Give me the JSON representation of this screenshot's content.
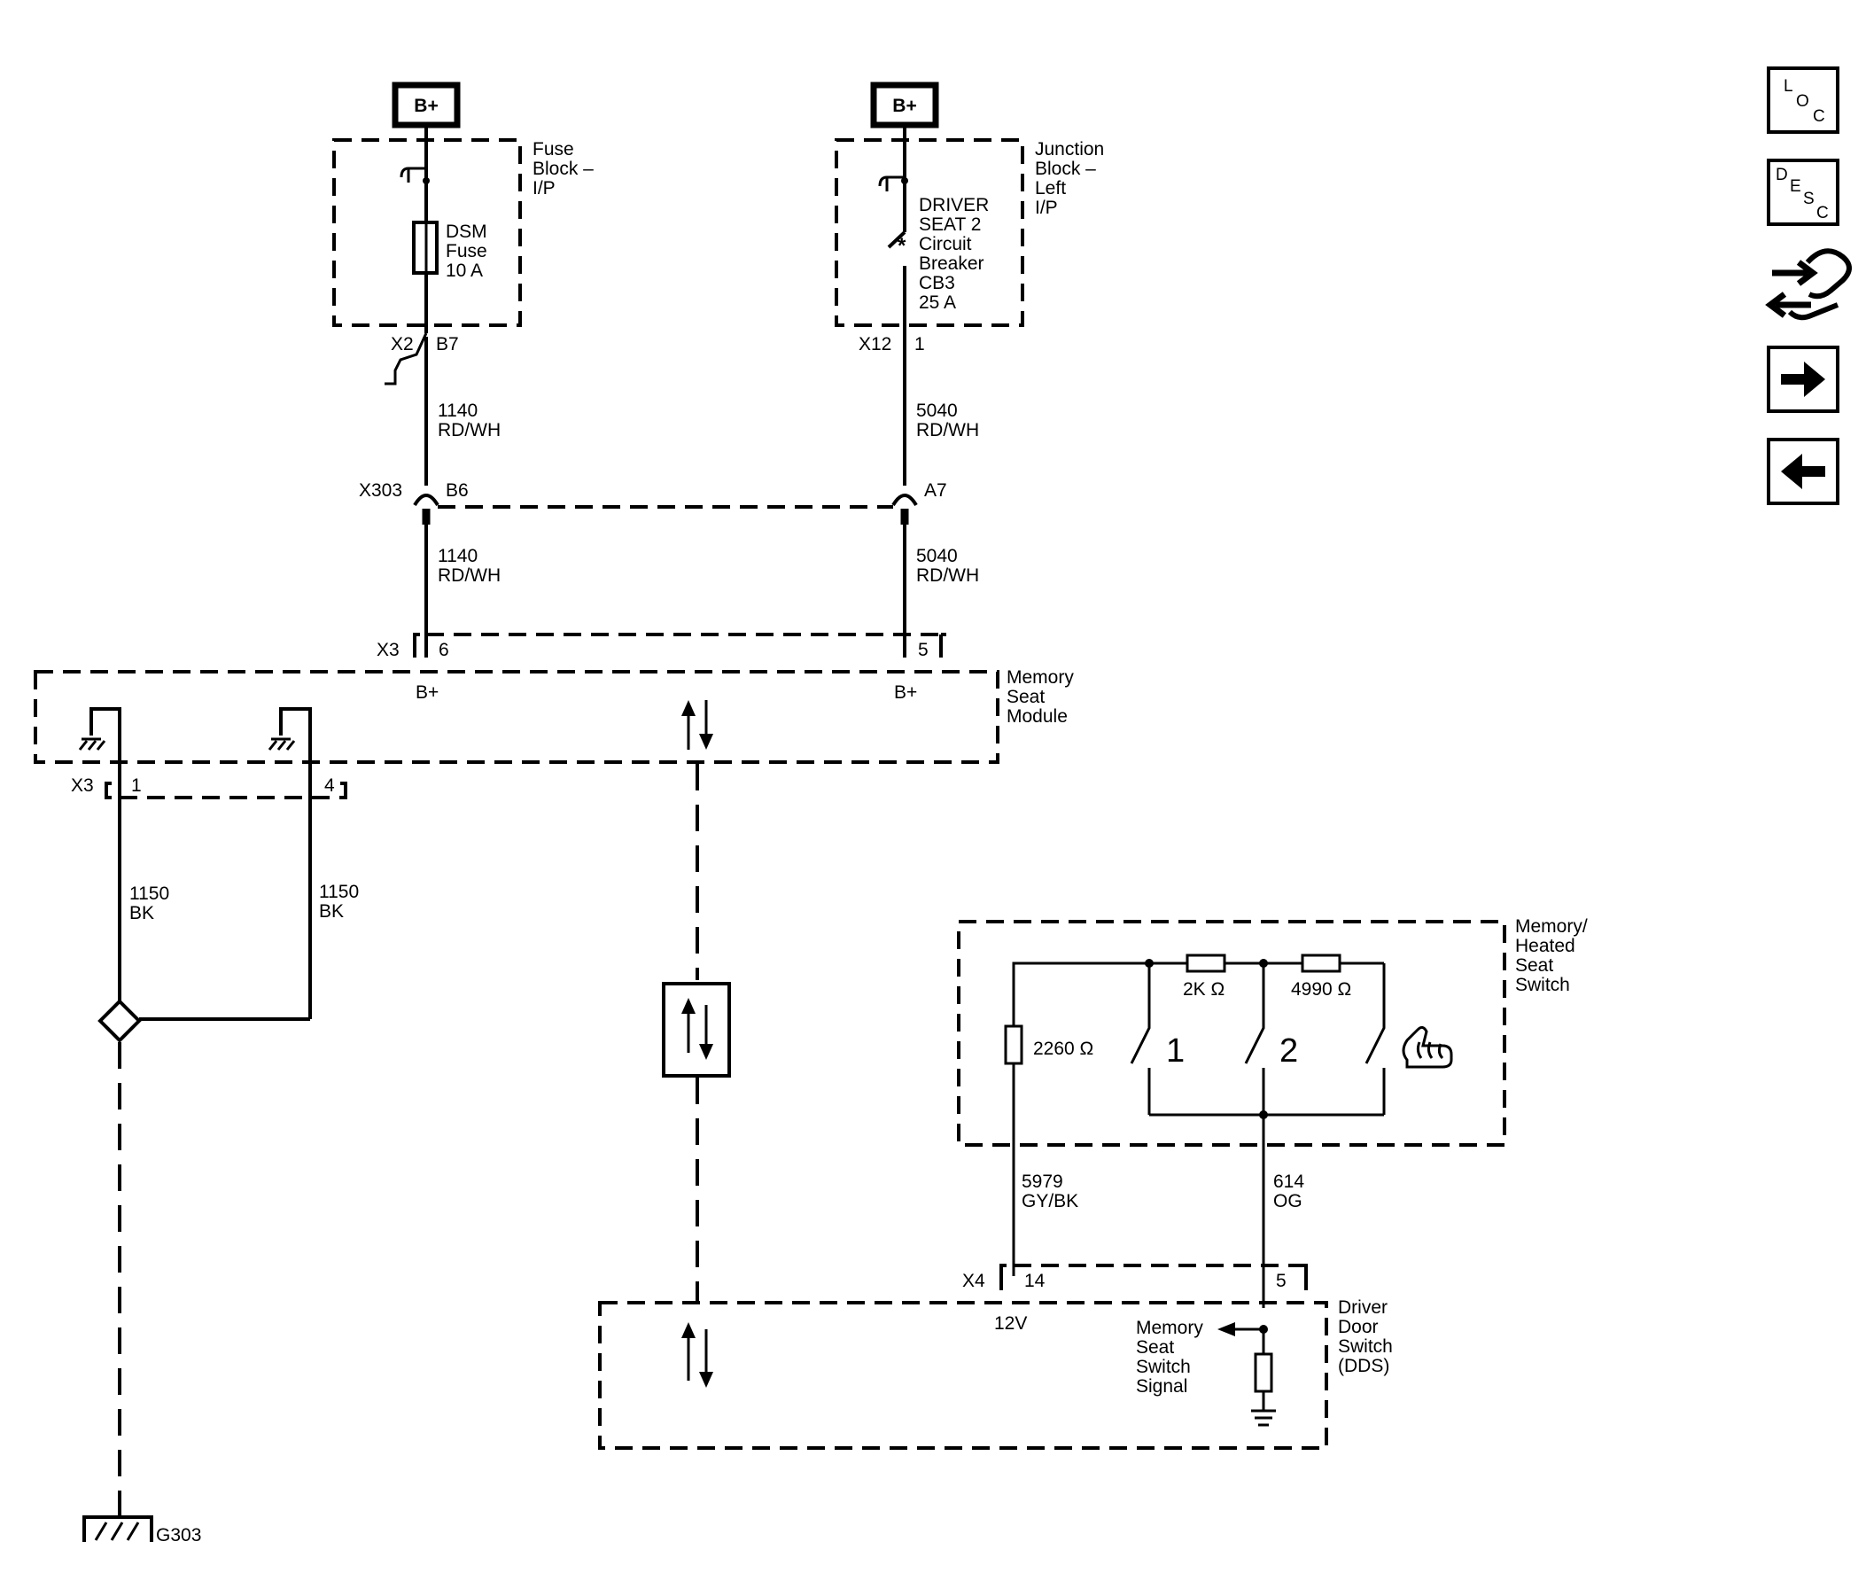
{
  "power": {
    "b_plus_left": "B+",
    "b_plus_right": "B+"
  },
  "fuse_block": {
    "name": [
      "Fuse",
      "Block –",
      "I/P"
    ],
    "fuse_label": [
      "DSM",
      "Fuse",
      "10 A"
    ],
    "connector": "X2",
    "pin": "B7"
  },
  "junction_block": {
    "name": [
      "Junction",
      "Block –",
      "Left",
      "I/P"
    ],
    "breaker_label": [
      "DRIVER",
      "SEAT 2",
      "Circuit",
      "Breaker",
      "CB3",
      "25 A"
    ],
    "connector": "X12",
    "pin": "1"
  },
  "wires": {
    "w1140_upper": [
      "1140",
      "RD/WH"
    ],
    "w5040_upper": [
      "5040",
      "RD/WH"
    ],
    "w1140_lower": [
      "1140",
      "RD/WH"
    ],
    "w5040_lower": [
      "5040",
      "RD/WH"
    ],
    "w1150_left": [
      "1150",
      "BK"
    ],
    "w1150_right": [
      "1150",
      "BK"
    ],
    "w5979": [
      "5979",
      "GY/BK"
    ],
    "w614": [
      "614",
      "OG"
    ]
  },
  "inline_connector": {
    "name": "X303",
    "pin_left": "B6",
    "pin_right": "A7"
  },
  "memory_seat_module": {
    "name": [
      "Memory",
      "Seat",
      "Module"
    ],
    "top_connector": "X3",
    "top_pin_left": "6",
    "top_pin_right": "5",
    "bplus_left": "B+",
    "bplus_right": "B+",
    "bottom_connector": "X3",
    "bottom_pin_left": "1",
    "bottom_pin_right": "4"
  },
  "ground": {
    "name": "G303"
  },
  "memory_heated_seat_switch": {
    "name": [
      "Memory/",
      "Heated",
      "Seat",
      "Switch"
    ],
    "r1": "2K Ω",
    "r2": "4990 Ω",
    "r3": "2260 Ω",
    "switch1": "1",
    "switch2": "2"
  },
  "driver_door_switch": {
    "name": [
      "Driver",
      "Door",
      "Switch",
      "(DDS)"
    ],
    "connector": "X4",
    "pin_left": "14",
    "pin_right": "5",
    "voltage": "12V",
    "signal": [
      "Memory",
      "Seat",
      "Switch",
      "Signal"
    ]
  },
  "nav": {
    "loc": [
      "L",
      "O",
      "C"
    ],
    "desc": [
      "D",
      "E",
      "S",
      "C"
    ],
    "icons": [
      "component-view-icon",
      "next-arrow-icon",
      "previous-arrow-icon"
    ]
  }
}
